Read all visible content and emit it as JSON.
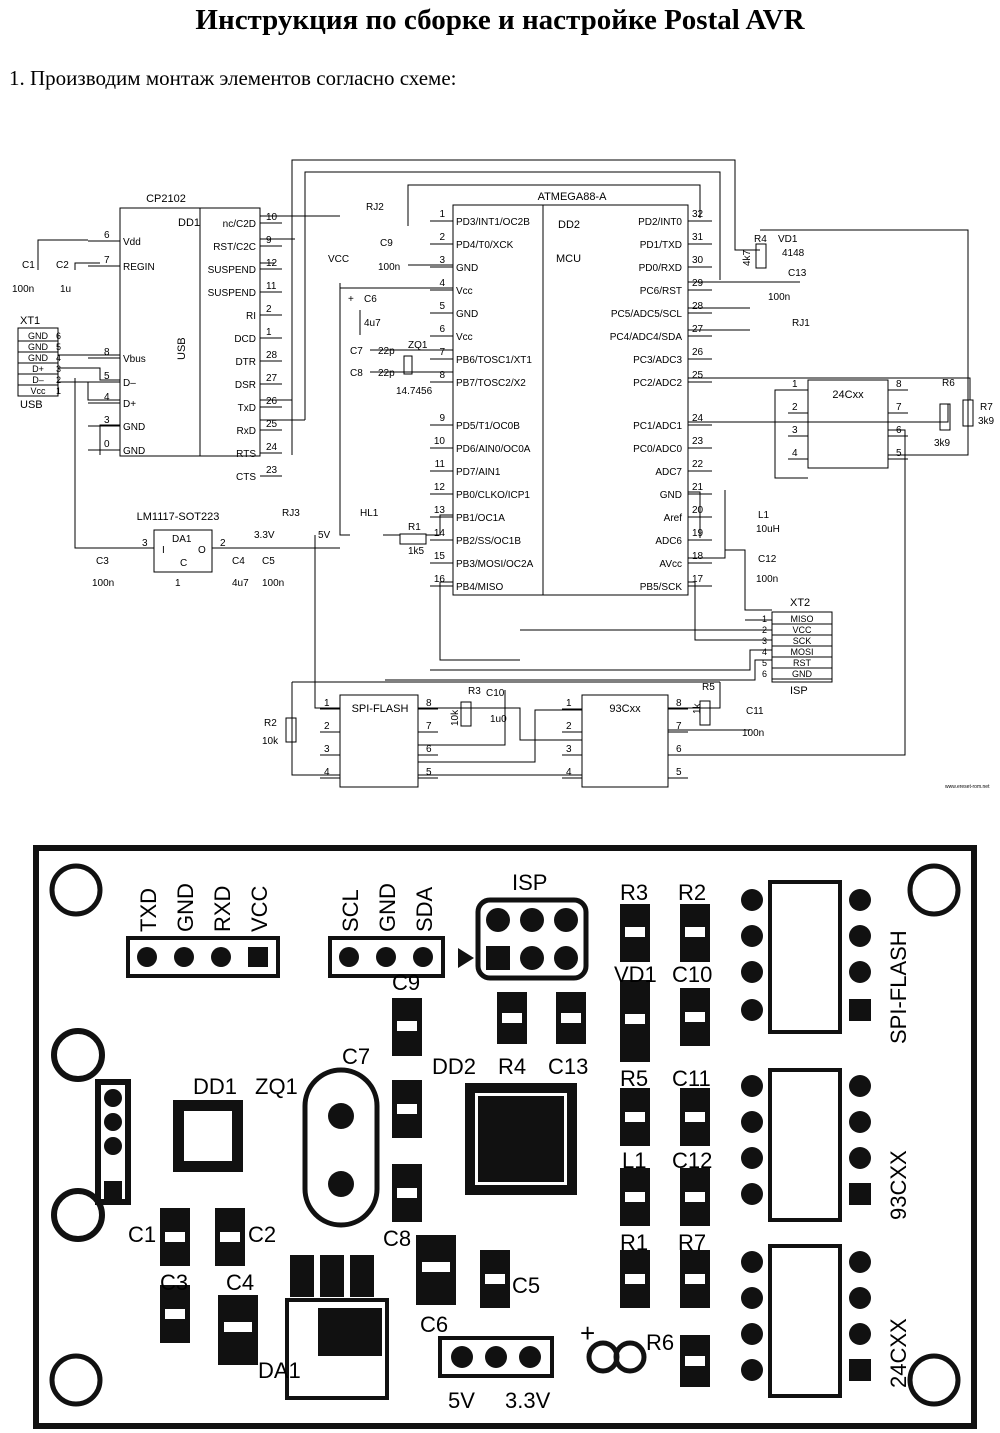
{
  "title": "Инструкция по сборке и настройке Postal AVR",
  "step1": "1.  Производим монтаж элементов согласно схеме:",
  "schematic": {
    "cp2102": {
      "name": "CP2102",
      "ref": "DD1",
      "usb": "USB",
      "left_pins": [
        [
          "6",
          "Vdd"
        ],
        [
          "7",
          "REGIN"
        ],
        [
          "8",
          "Vbus"
        ],
        [
          "5",
          "D–"
        ],
        [
          "4",
          "D+"
        ],
        [
          "3",
          "GND"
        ],
        [
          "0",
          "GND"
        ]
      ],
      "right_pins": [
        [
          "10",
          "nc/C2D"
        ],
        [
          "9",
          "RST/C2C"
        ],
        [
          "12",
          "SUSPEND"
        ],
        [
          "11",
          "SUSPEND"
        ],
        [
          "2",
          "RI"
        ],
        [
          "1",
          "DCD"
        ],
        [
          "28",
          "DTR"
        ],
        [
          "27",
          "DSR"
        ],
        [
          "26",
          "TxD"
        ],
        [
          "25",
          "RxD"
        ],
        [
          "24",
          "RTS"
        ],
        [
          "23",
          "CTS"
        ]
      ]
    },
    "mcu": {
      "name": "ATMEGA88-A",
      "ref": "DD2",
      "sub": "MCU",
      "left_pins": [
        [
          "1",
          "PD3/INT1/OC2B"
        ],
        [
          "2",
          "PD4/T0/XCK"
        ],
        [
          "3",
          "GND"
        ],
        [
          "4",
          "Vcc"
        ],
        [
          "5",
          "GND"
        ],
        [
          "6",
          "Vcc"
        ],
        [
          "7",
          "PB6/TOSC1/XT1"
        ],
        [
          "8",
          "PB7/TOSC2/X2"
        ],
        [
          "9",
          "PD5/T1/OC0B"
        ],
        [
          "10",
          "PD6/AIN0/OC0A"
        ],
        [
          "11",
          "PD7/AIN1"
        ],
        [
          "12",
          "PB0/CLKO/ICP1"
        ],
        [
          "13",
          "PB1/OC1A"
        ],
        [
          "14",
          "PB2/SS/OC1B"
        ],
        [
          "15",
          "PB3/MOSI/OC2A"
        ],
        [
          "16",
          "PB4/MISO"
        ]
      ],
      "right_pins": [
        [
          "32",
          "PD2/INT0"
        ],
        [
          "31",
          "PD1/TXD"
        ],
        [
          "30",
          "PD0/RXD"
        ],
        [
          "29",
          "PC6/RST"
        ],
        [
          "28",
          "PC5/ADC5/SCL"
        ],
        [
          "27",
          "PC4/ADC4/SDA"
        ],
        [
          "26",
          "PC3/ADC3"
        ],
        [
          "25",
          "PC2/ADC2"
        ],
        [
          "24",
          "PC1/ADC1"
        ],
        [
          "23",
          "PC0/ADC0"
        ],
        [
          "22",
          "ADC7"
        ],
        [
          "21",
          "GND"
        ],
        [
          "20",
          "Aref"
        ],
        [
          "19",
          "ADC6"
        ],
        [
          "18",
          "AVcc"
        ],
        [
          "17",
          "PB5/SCK"
        ]
      ]
    },
    "xt1": {
      "name": "XT1",
      "label": "USB",
      "pins": [
        "GND",
        "GND",
        "GND",
        "D+",
        "D–",
        "Vcc"
      ],
      "nums": [
        "6",
        "5",
        "4",
        "3",
        "2",
        "1"
      ]
    },
    "xt2": {
      "name": "XT2",
      "label": "ISP",
      "pins": [
        "MISO",
        "VCC",
        "SCK",
        "MOSI",
        "RST",
        "GND"
      ],
      "nums": [
        "1",
        "2",
        "3",
        "4",
        "5",
        "6"
      ]
    },
    "eeprom": {
      "name": "24Cxx",
      "left": [
        "1",
        "2",
        "3",
        "4"
      ],
      "right": [
        "8",
        "7",
        "6",
        "5"
      ]
    },
    "spiflash": {
      "name": "SPI-FLASH",
      "left": [
        "1",
        "2",
        "3",
        "4"
      ],
      "right": [
        "8",
        "7",
        "6",
        "5"
      ]
    },
    "m93": {
      "name": "93Cxx",
      "left": [
        "1",
        "2",
        "3",
        "4"
      ],
      "right": [
        "8",
        "7",
        "6",
        "5"
      ]
    },
    "reg": {
      "name": "LM1117-SOT223",
      "ref": "DA1",
      "i": "I",
      "o": "O",
      "c": "C",
      "p3": "3",
      "p2": "2",
      "p1": "1"
    },
    "labels": {
      "c1": "C1",
      "c1v": "100n",
      "c2": "C2",
      "c2v": "1u",
      "c3": "C3",
      "c3v": "100n",
      "c4": "C4",
      "c4v": "4u7",
      "c5": "C5",
      "c5v": "100n",
      "c6": "C6",
      "c6v": "4u7",
      "c7": "C7",
      "c7v": "22p",
      "c8": "C8",
      "c8v": "22p",
      "c9": "C9",
      "c9v": "100n",
      "c10": "C10",
      "c10v": "1u0",
      "c11": "C11",
      "c11v": "100n",
      "c12": "C12",
      "c12v": "100n",
      "c13": "C13",
      "c13v": "100n",
      "zq1": "ZQ1",
      "zq1v": "14.7456",
      "vcc": "VCC",
      "rj1": "RJ1",
      "rj2": "RJ2",
      "rj3": "RJ3",
      "v33": "3.3V",
      "v5": "5V",
      "hl1": "HL1",
      "r1": "R1",
      "r1v": "1k5",
      "r2": "R2",
      "r2v": "10k",
      "r3": "R3",
      "r3v": "10k",
      "r4": "R4",
      "r4v": "4k7",
      "r5": "R5",
      "r5v": "1k",
      "r6": "R6",
      "r6v": "3k9",
      "r7": "R7",
      "r7v": "3k9",
      "vd1": "VD1",
      "vd1v": "4148",
      "l1": "L1",
      "l1v": "10uH",
      "plus": "+",
      "watermark": "www.ereset-rom.net"
    }
  },
  "pcb": {
    "hdr1": [
      "TXD",
      "GND",
      "RXD",
      "VCC"
    ],
    "hdr2": [
      "SCL",
      "GND",
      "SDA"
    ],
    "isp": "ISP",
    "labels": [
      "R3",
      "R2",
      "VD1",
      "C10",
      "C9",
      "R4",
      "C13",
      "C7",
      "DD2",
      "DD1",
      "ZQ1",
      "R5",
      "C11",
      "L1",
      "C12",
      "C1",
      "C2",
      "C8",
      "R1",
      "R7",
      "C3",
      "C4",
      "C5",
      "C6",
      "R6",
      "DA1"
    ],
    "sockets": [
      "SPI-FLASH",
      "93CXX",
      "24CXX"
    ],
    "v5": "5V",
    "v33": "3.3V",
    "plus": "+"
  },
  "colors": {
    "ink": "#000000",
    "paper": "#ffffff",
    "board": "#111111"
  }
}
